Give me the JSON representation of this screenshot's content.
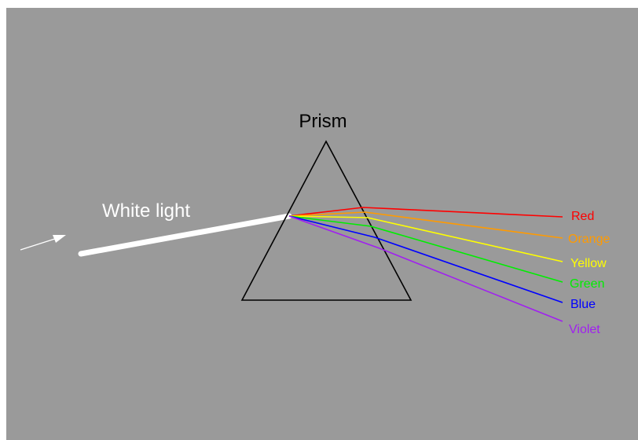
{
  "diagram": {
    "title": "Prism",
    "input_label": "White light",
    "colors": {
      "background": "#9a9a9a",
      "prism_outline": "#000000",
      "white_light": "#ffffff",
      "arrow": "#ffffff"
    },
    "spectrum": [
      {
        "label": "Red",
        "color": "#ff0000"
      },
      {
        "label": "Orange",
        "color": "#ff9a00"
      },
      {
        "label": "Yellow",
        "color": "#ffff00"
      },
      {
        "label": "Green",
        "color": "#00ee00"
      },
      {
        "label": "Blue",
        "color": "#0000ff"
      },
      {
        "label": "Violet",
        "color": "#a020f0"
      }
    ]
  }
}
